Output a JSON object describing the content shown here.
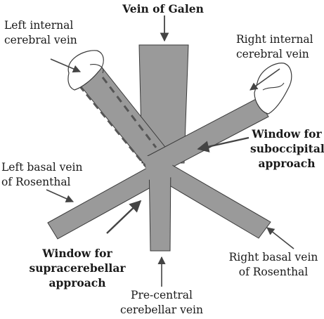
{
  "labels": {
    "vein_of_galen": "Vein of Galen",
    "left_internal_cerebral": [
      "Left internal",
      "cerebral vein"
    ],
    "right_internal_cerebral": [
      "Right internal",
      "cerebral vein"
    ],
    "window_suboccipital": [
      "Window for",
      "suboccipital",
      "approach"
    ],
    "left_basal_rosenthal": [
      "Left basal vein",
      "of Rosenthal"
    ],
    "window_supracerebellar": [
      "Window for",
      "supracerebellar",
      "approach"
    ],
    "right_basal_rosenthal": [
      "Right basal vein",
      "of Rosenthal"
    ],
    "precentral_cerebellar": [
      "Pre-central",
      "cerebellar vein"
    ]
  },
  "colors": {
    "vein_fill": "#9a9a9a",
    "outline": "#3a3a3a",
    "arrow": "#444444",
    "text": "#1a1a1a"
  }
}
